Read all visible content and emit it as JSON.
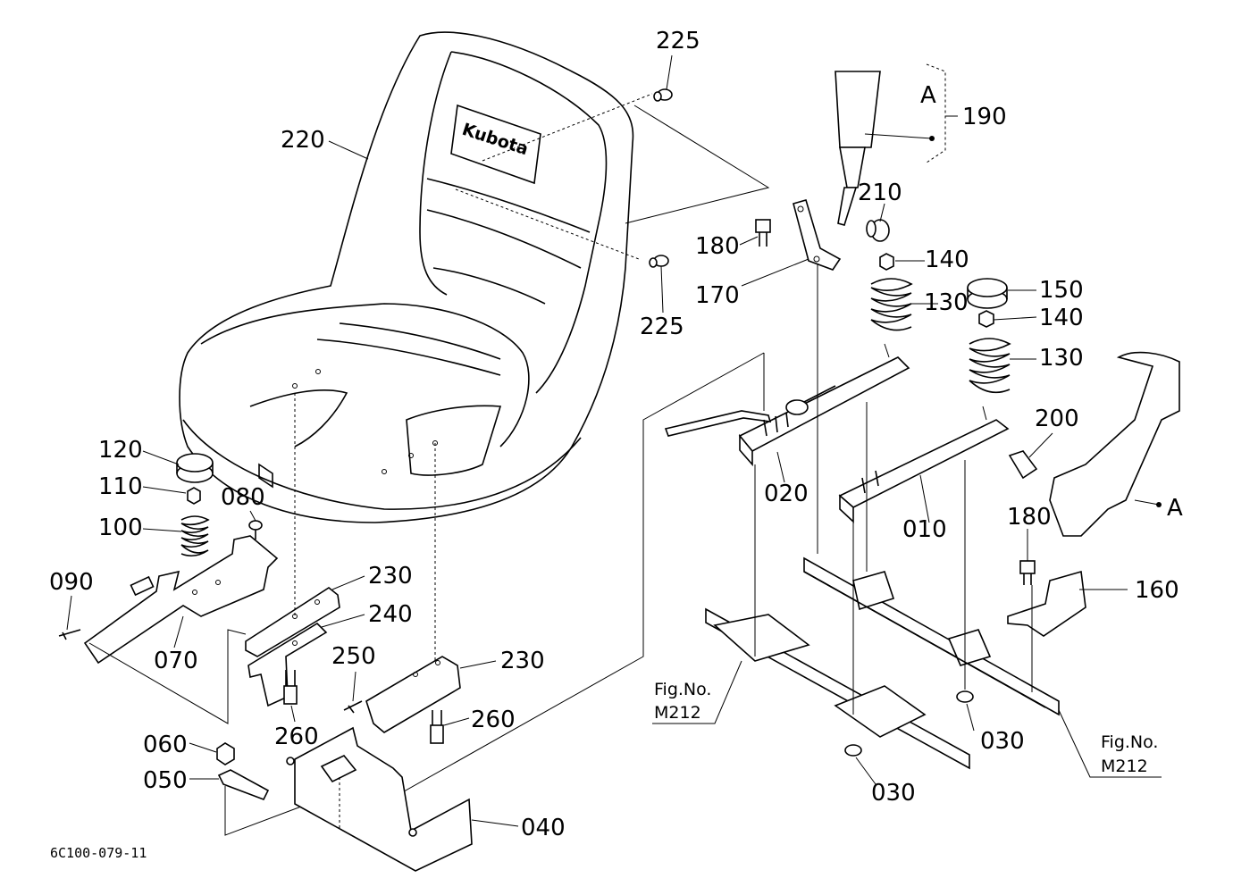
{
  "callouts": [
    {
      "id": "c225a",
      "text": "225"
    },
    {
      "id": "c220",
      "text": "220"
    },
    {
      "id": "c225b",
      "text": "225"
    },
    {
      "id": "c190",
      "text": "190"
    },
    {
      "id": "cA1",
      "text": "A"
    },
    {
      "id": "c210",
      "text": "210"
    },
    {
      "id": "c180a",
      "text": "180"
    },
    {
      "id": "c140a",
      "text": "140"
    },
    {
      "id": "c170",
      "text": "170"
    },
    {
      "id": "c130a",
      "text": "130"
    },
    {
      "id": "c150",
      "text": "150"
    },
    {
      "id": "c140b",
      "text": "140"
    },
    {
      "id": "c130b",
      "text": "130"
    },
    {
      "id": "c200",
      "text": "200"
    },
    {
      "id": "cA2",
      "text": "A"
    },
    {
      "id": "c120",
      "text": "120"
    },
    {
      "id": "c110",
      "text": "110"
    },
    {
      "id": "c080",
      "text": "080"
    },
    {
      "id": "c100",
      "text": "100"
    },
    {
      "id": "c090",
      "text": "090"
    },
    {
      "id": "c070",
      "text": "070"
    },
    {
      "id": "c230a",
      "text": "230"
    },
    {
      "id": "c240",
      "text": "240"
    },
    {
      "id": "c250",
      "text": "250"
    },
    {
      "id": "c230b",
      "text": "230"
    },
    {
      "id": "c260a",
      "text": "260"
    },
    {
      "id": "c260b",
      "text": "260"
    },
    {
      "id": "c020",
      "text": "020"
    },
    {
      "id": "c010",
      "text": "010"
    },
    {
      "id": "c180b",
      "text": "180"
    },
    {
      "id": "c160",
      "text": "160"
    },
    {
      "id": "c030a",
      "text": "030"
    },
    {
      "id": "c030b",
      "text": "030"
    },
    {
      "id": "c060",
      "text": "060"
    },
    {
      "id": "c050",
      "text": "050"
    },
    {
      "id": "c040",
      "text": "040"
    }
  ],
  "references": [
    {
      "id": "ref1",
      "line1": "Fig.No.",
      "line2": "M212"
    },
    {
      "id": "ref2",
      "line1": "Fig.No.",
      "line2": "M212"
    }
  ],
  "seat_logo": "Kubota",
  "drawing_code": "6C100-079-11"
}
